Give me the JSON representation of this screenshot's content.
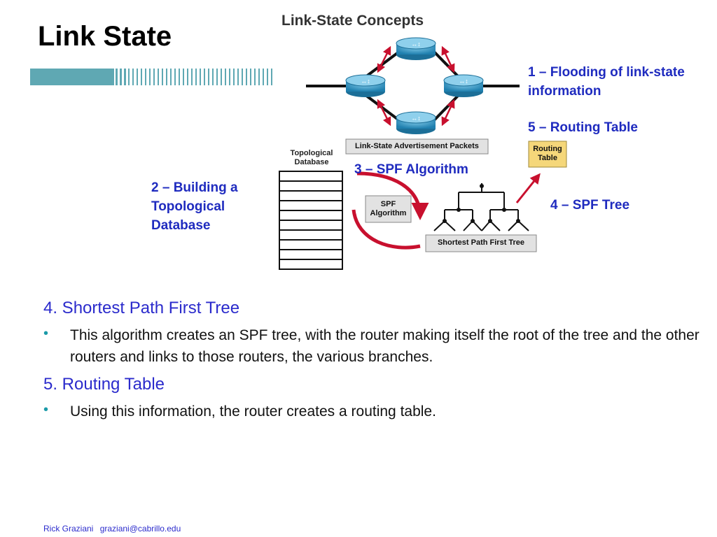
{
  "slide_title": "Link State",
  "diagram": {
    "title": "Link-State Concepts",
    "callouts": {
      "flooding": "1 – Flooding of link-state information",
      "routing_table": "5 – Routing Table",
      "spf_algorithm": "3 – SPF Algorithm",
      "building_db": "2 – Building a Topological Database",
      "spf_tree": "4 – SPF Tree"
    },
    "labels": {
      "topological_database": "Topological Database",
      "lsa_packets": "Link-State Advertisement Packets",
      "routing_table_box": "Routing Table",
      "spf_box": "SPF Algorithm",
      "spt_box": "Shortest Path First Tree"
    }
  },
  "sections": [
    {
      "heading": "4. Shortest Path First Tree",
      "bullet": "This algorithm creates an SPF tree, with the router making itself the root of the tree and the other routers and links to those routers, the various branches."
    },
    {
      "heading": "5. Routing Table",
      "bullet": "Using this information, the router creates a routing table."
    }
  ],
  "footer": {
    "author": "Rick Graziani",
    "email": "graziani@cabrillo.edu"
  },
  "colors": {
    "heading": "#2b2bcc",
    "bullet": "#1a9aa8",
    "arrow": "#c8102e",
    "router": "#2a8fb8",
    "routing_table_box": "#f5d77a"
  }
}
